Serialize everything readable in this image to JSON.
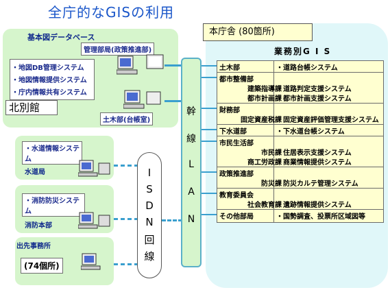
{
  "title": "全庁的なGISの利用",
  "base_map_db": {
    "label": "基本図データベース",
    "kanri": "管理部局(政策推進部)",
    "systems": [
      "・地図DB管理システム",
      "・地図情報提供システム",
      "・庁内情報共有システム"
    ],
    "doboku": "土木部(台帳室)",
    "hall": "北別館"
  },
  "suido": {
    "system": "・水道情報システム",
    "name": "水道局"
  },
  "shobo": {
    "system": "・消防防災システム",
    "name": "消防本部"
  },
  "outpost": {
    "label": "出先事務所",
    "count": "(74個所)"
  },
  "trunk": {
    "chars": [
      "幹",
      "線",
      "L",
      "A",
      "N"
    ]
  },
  "isdn": {
    "chars": [
      "I",
      "S",
      "D",
      "N",
      "回",
      "線"
    ]
  },
  "main_office": {
    "label": "本庁舎 (80箇所)",
    "gyomu": "業務別G I S",
    "rows": [
      {
        "dept": "土木部",
        "subs": [],
        "systems": [
          "・道路台帳システム"
        ]
      },
      {
        "dept": "都市整備部",
        "subs": [
          "建築指導課",
          "都市計画課"
        ],
        "systems": [
          "・道路判定支援システム",
          "・都市計画支援システム"
        ]
      },
      {
        "dept": "財務部",
        "subs": [
          "固定資産税課"
        ],
        "systems": [
          "・固定資産評価管理支援システム"
        ]
      },
      {
        "dept": "下水道部",
        "subs": [],
        "systems": [
          "・下水道台帳システム"
        ]
      },
      {
        "dept": "市民生活部",
        "subs": [
          "市民課",
          "商工労政課"
        ],
        "systems": [
          "・住居表示支援システム",
          "・商業情報提供システム"
        ]
      },
      {
        "dept": "政策推進部",
        "subs": [
          "防災課"
        ],
        "systems": [
          "・防災カルテ管理システム"
        ]
      },
      {
        "dept": "教育委員会",
        "subs": [
          "社会教育課"
        ],
        "systems": [
          "・遺跡情報提供システム"
        ]
      },
      {
        "dept": "その他部局",
        "subs": [],
        "systems": [
          "・国勢調査、投票所区域図等"
        ]
      }
    ]
  },
  "colors": {
    "green_panel": "#d6f5cc",
    "cyan_panel": "#e0f7f9",
    "yellow": "#ffffd0",
    "line": "#3a9fcf",
    "title": "#1a56c9"
  }
}
